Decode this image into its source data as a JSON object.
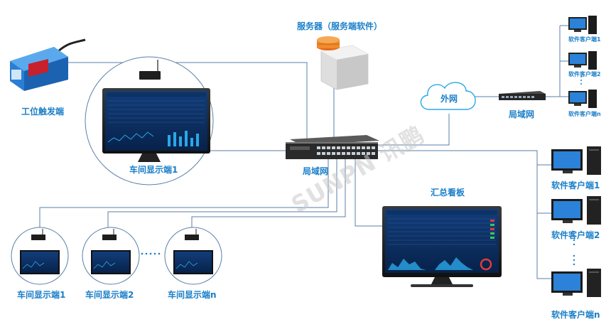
{
  "labels": {
    "sensor": "工位触发端",
    "server": "服务器（服务端软件）",
    "workshop_display_1": "车间显示端1",
    "lan_main": "局域网",
    "wan": "外网",
    "lan_remote": "局域网",
    "summary_board": "汇总看板",
    "bottom_display_1": "车间显示端1",
    "bottom_display_2": "车间显示端2",
    "bottom_display_n": "车间显示端n",
    "remote_client_1": "软件客户端1",
    "remote_client_2": "软件客户端2",
    "remote_client_n": "软件客户端n",
    "client_1": "软件客户端1",
    "client_2": "软件客户端2",
    "client_n": "软件客户端n"
  },
  "watermark": "SUNPN 讯鹏",
  "colors": {
    "label": "#1a7fc8",
    "line": "#5a7fa8",
    "screen": "#0a2a5c",
    "accent": "#29a8e8"
  }
}
